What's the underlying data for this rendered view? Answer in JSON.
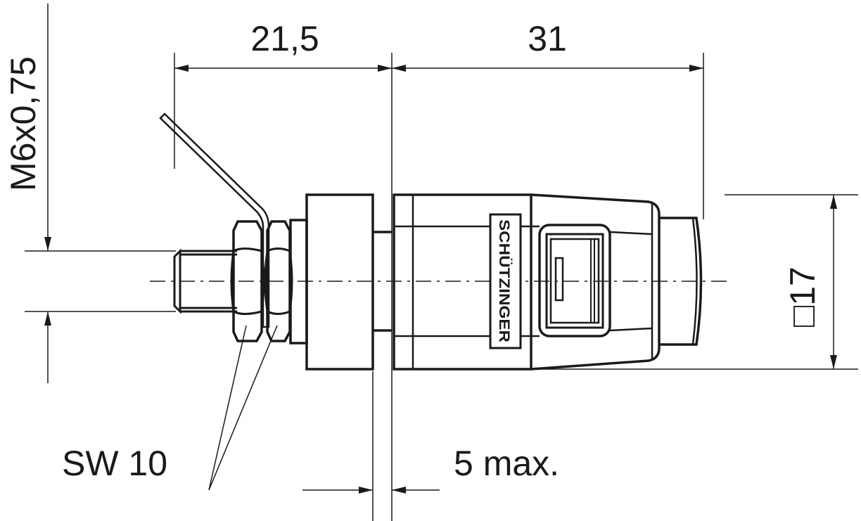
{
  "dimensions": {
    "thread": "M6x0,75",
    "length_front": "21,5",
    "length_body": "31",
    "square": "□17",
    "wrench_size": "SW 10",
    "panel_max": "5 max."
  },
  "logo": "SCHÜTZINGER",
  "colors": {
    "line": "#1a1a1a",
    "background": "#ffffff"
  }
}
